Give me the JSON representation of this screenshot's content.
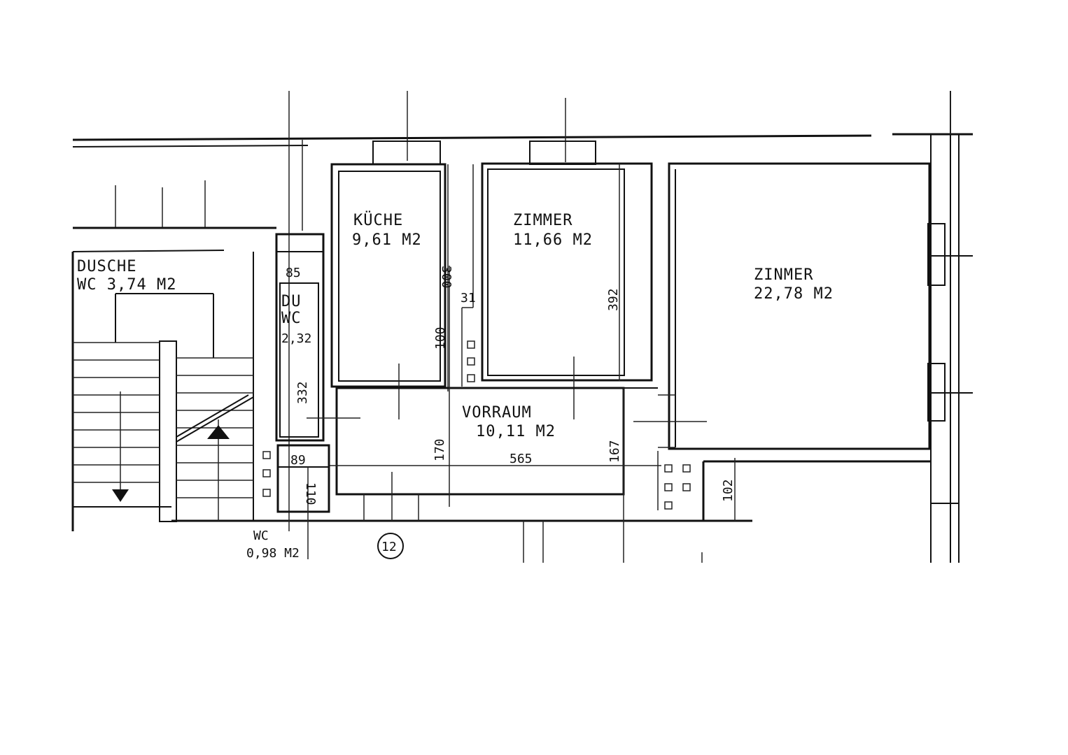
{
  "rooms": {
    "kueche": {
      "name": "KÜCHE",
      "area": "9,61 M2"
    },
    "zimmer_small": {
      "name": "ZIMMER",
      "area": "11,66 M2"
    },
    "zimmer_large": {
      "name": "ZINMER",
      "area": "22,78 M2"
    },
    "dusche": {
      "name": "DUSCHE",
      "area": "WC 3,74 M2"
    },
    "du_wc": {
      "name1": "DU",
      "name2": "WC",
      "area": "2,32"
    },
    "vorraum": {
      "name": "VORRAUM",
      "area": "10,11 M2"
    },
    "wc": {
      "name": "WC",
      "area": "0,98 M2"
    }
  },
  "dimensions": {
    "d85": "85",
    "d300": "300",
    "d31": "31",
    "d100": "100",
    "d392": "392",
    "d332": "332",
    "d89": "89",
    "d110": "110",
    "d170": "170",
    "d565": "565",
    "d167": "167",
    "d102": "102"
  },
  "apartment_number": "12"
}
